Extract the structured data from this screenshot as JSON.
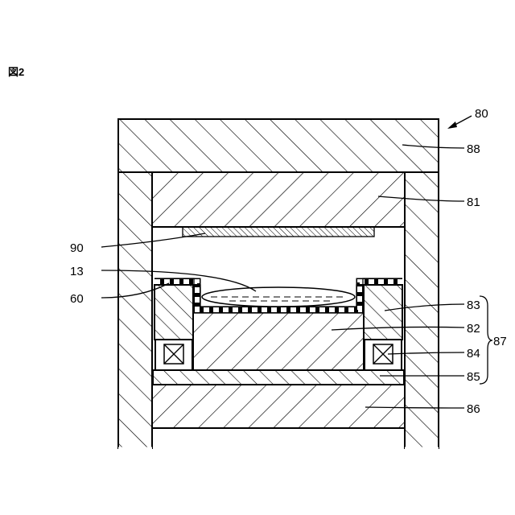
{
  "figure": {
    "title": "図2"
  },
  "labels": {
    "n80": "80",
    "n88": "88",
    "n81": "81",
    "n90": "90",
    "n13": "13",
    "n60": "60",
    "n83": "83",
    "n82": "82",
    "n84": "84",
    "n85": "85",
    "n86": "86",
    "n87": "87"
  }
}
